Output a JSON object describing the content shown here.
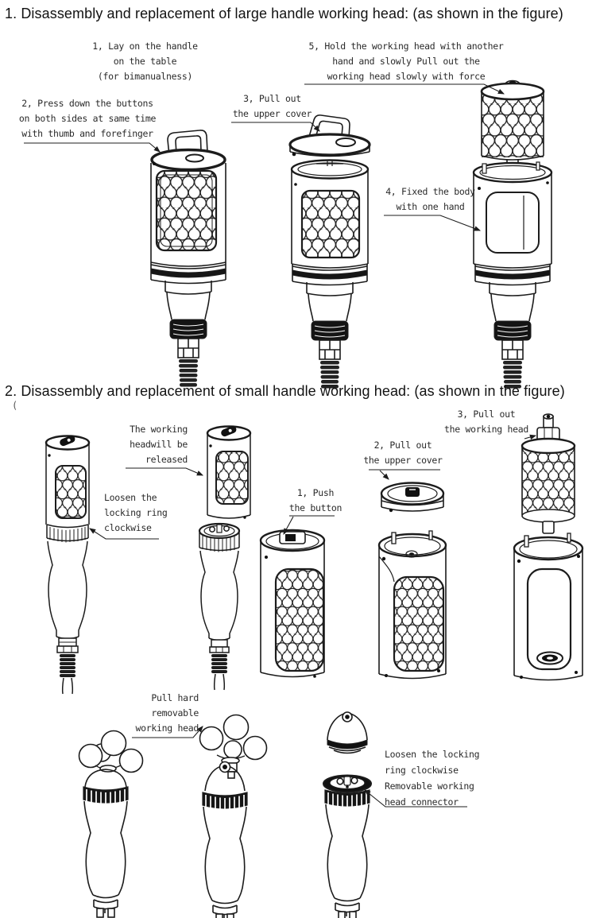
{
  "large": {
    "heading": "1. Disassembly and replacement of large handle working head: (as shown in the figure)",
    "step1": "1, Lay on the handle\non the table\n(for bimanualness)",
    "step2": "2, Press down the buttons\non both sides at same time\nwith thumb and forefinger",
    "step3": "3, Pull out\nthe upper cover",
    "step4": "4, Fixed the body\nwith one hand",
    "step5": "5, Hold the working head with another\nhand and slowly Pull out the\nworking head slowly with force"
  },
  "small": {
    "heading": "2. Disassembly and replacement of small handle working head: (as shown in the figure)",
    "released_note": "The working\nheadwill be\nreleased",
    "loosen_note": "Loosen the\nlocking ring\nclockwise",
    "step1": "1, Push\nthe button",
    "step2": "2, Pull out\nthe upper cover",
    "step3": "3, Pull out\nthe working head",
    "pull_note": "Pull hard\nremovable\nworking head",
    "connector_note": "Loosen the locking\nring clockwise\nRemovable working\nhead connector"
  },
  "stray_mark": "("
}
